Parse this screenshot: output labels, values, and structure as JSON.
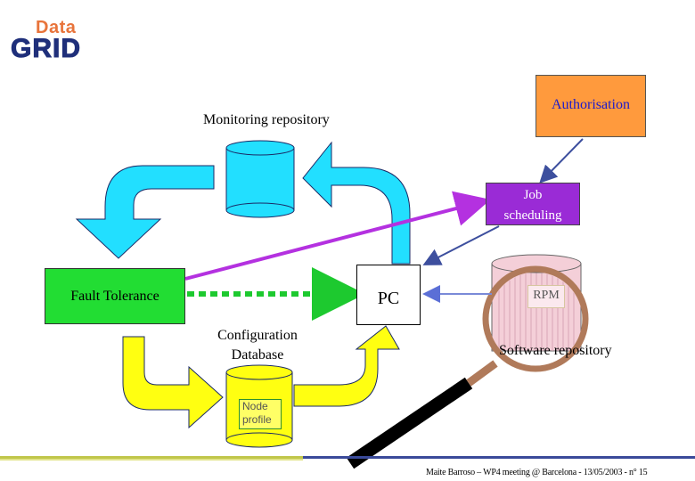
{
  "logo": {
    "top_text": "Data",
    "bottom_text": "GRID"
  },
  "labels": {
    "authorisation": "Authorisation",
    "monitoring_repository": "Monitoring repository",
    "job_scheduling_line1": "Job",
    "job_scheduling_line2": "scheduling",
    "fault_tolerance": "Fault Tolerance",
    "pc": "PC",
    "rpm": "RPM",
    "configuration_database_line1": "Configuration",
    "configuration_database_line2": "Database",
    "software_repository": "Software repository",
    "node_profile_line1": "Node",
    "node_profile_line2": "profile"
  },
  "footer": "Maite Barroso – WP4 meeting @ Barcelona - 13/05/2003 - n° 15",
  "colors": {
    "cyan_arrow": "#22dfff",
    "yellow_arrow": "#ffff11",
    "authorisation_box": "#ff9a3d",
    "job_scheduling_box": "#9a2bd6",
    "fault_tolerance_box": "#22dd33",
    "purple_link": "#b431e0",
    "green_dotted_link": "#1dc92f",
    "magnifier_ring": "#b07a5a",
    "magnifier_handle": "#000000"
  },
  "icons": [
    "monitoring-db-cylinder",
    "software-repository-cylinder",
    "configuration-db-cylinder",
    "magnifier-icon",
    "datagrid-logo"
  ]
}
